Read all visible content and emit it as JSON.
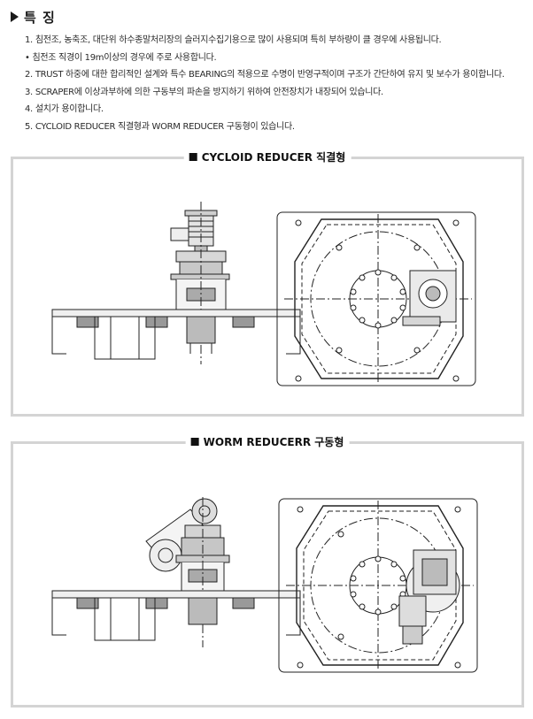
{
  "header": {
    "title": "특 징"
  },
  "features": [
    "1. 침전조, 농축조, 대단위 하수종말처리장의 슬러지수집기용으로 많이 사용되며 특히 부하량이 클 경우에 사용됩니다.",
    "• 침전조 직경이 19m이상의 경우에 주로 사용합니다.",
    "2. TRUST 하중에 대한 합리적인 설계와 특수 BEARING의 적용으로 수명이 반영구적이며 구조가 간단하여 유지 및 보수가 용이합니다.",
    "3. SCRAPER에 이상과부하에 의한 구동부의 파손을 방지하기 위하여 안전장치가 내장되어 있습니다.",
    "4. 설치가 용이합니다.",
    "5. CYCLOID REDUCER 직결형과 WORM REDUCER 구동형이 있습니다."
  ],
  "panels": [
    {
      "title": "CYCLOID REDUCER 직결형"
    },
    {
      "title": "WORM REDUCERR 구동형"
    }
  ]
}
